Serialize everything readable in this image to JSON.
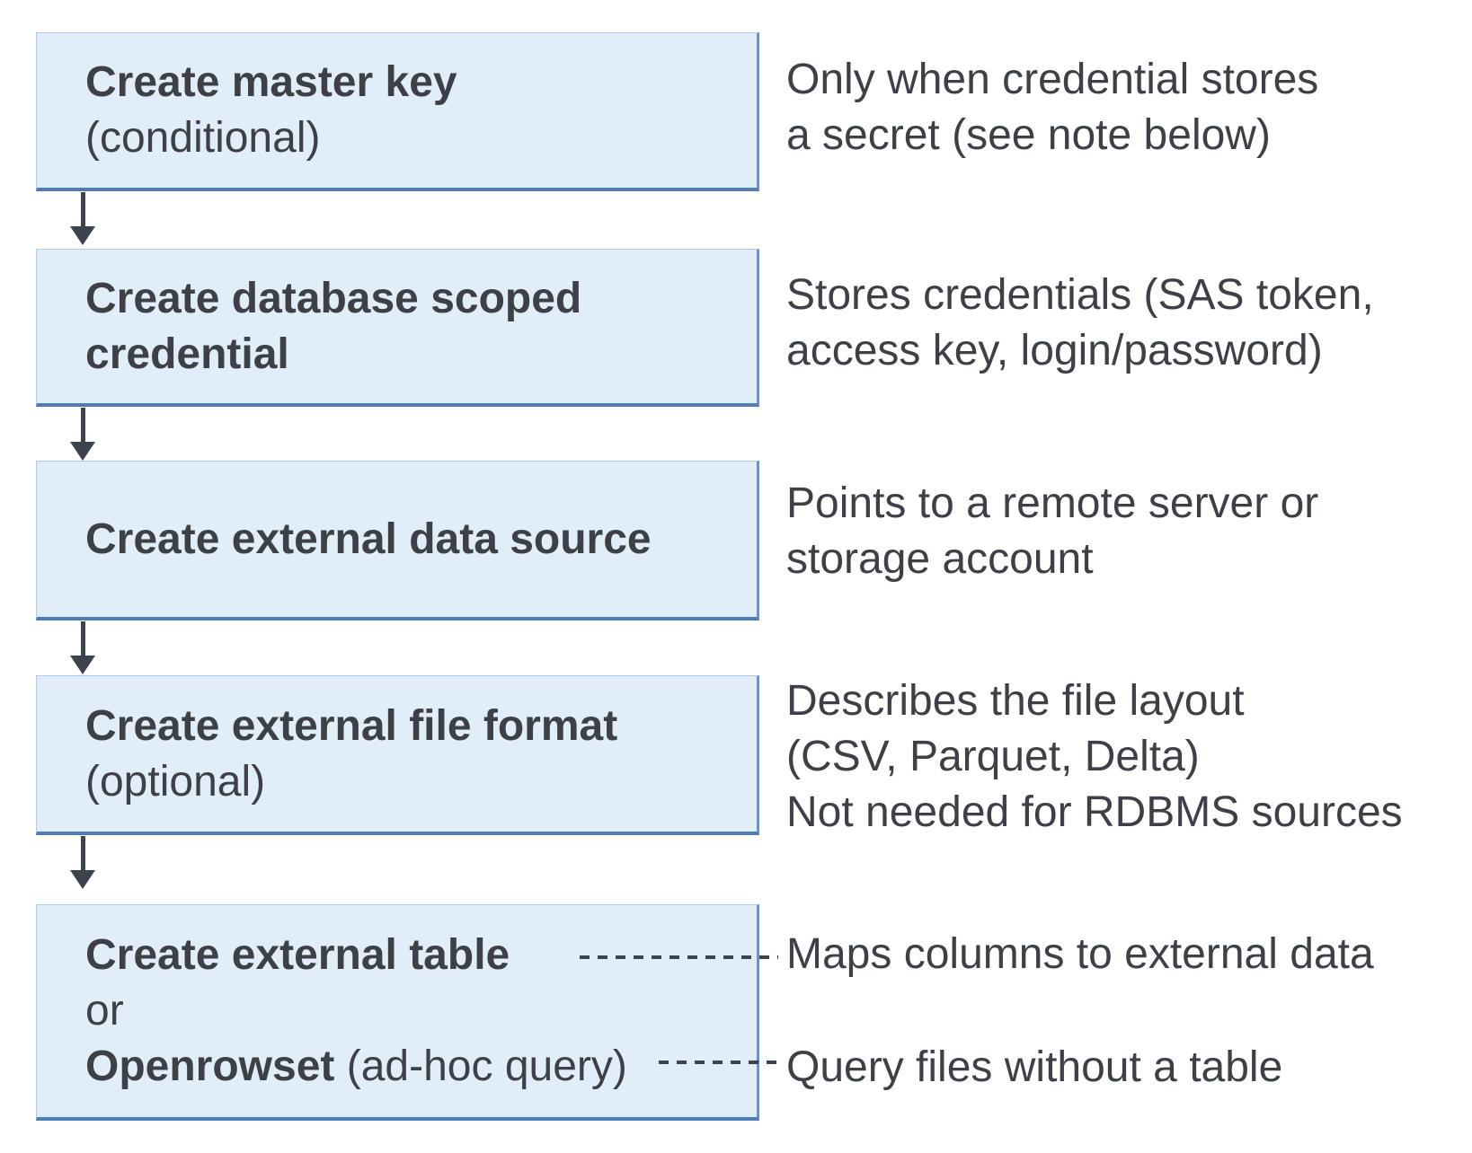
{
  "colors": {
    "page-bg": "#ffffff",
    "box-fill": "#e2edfa",
    "box-edge": "#aecbea",
    "box-accent": "#4d7db3",
    "box-accent-right": "#6b94c6",
    "arrow": "#3d434c",
    "ink": "#3d4147"
  },
  "boxes": [
    {
      "line1": "Create master key",
      "line2": "(conditional)"
    },
    {
      "line1": "Create database scoped",
      "line2": "credential"
    },
    {
      "line1": "Create external data source"
    },
    {
      "line1": "Create external file format",
      "line2": "(optional)"
    },
    {
      "line1": "Create external table",
      "line2": "or",
      "line3_bold": "Openrowset",
      "line3_rest": " (ad-hoc query)"
    }
  ],
  "annotations": [
    {
      "line1": "Only when credential stores",
      "line2": "a secret (see note below)"
    },
    {
      "line1": "Stores credentials (SAS token,",
      "line2": "access key, login/password)"
    },
    {
      "line1": "Points to a remote server or",
      "line2": "storage account"
    },
    {
      "line1": "Describes the file layout",
      "line2": "(CSV, Parquet, Delta)",
      "line3": "Not needed for RDBMS sources"
    },
    {
      "line1": "Maps columns to external data"
    },
    {
      "line1": "Query files without a table"
    }
  ]
}
